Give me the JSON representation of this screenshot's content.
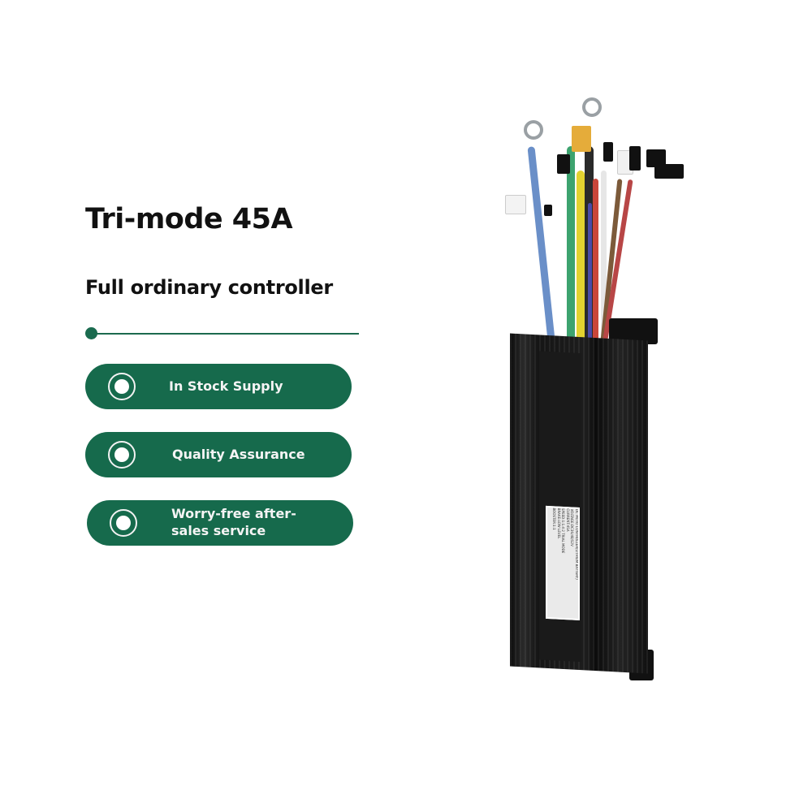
{
  "headline": {
    "title": "Tri-mode 45A",
    "subtitle": "Full ordinary controller"
  },
  "colors": {
    "accent": "#166a4c",
    "text": "#111111",
    "pill_text": "#f4f4f4",
    "background": "#ffffff"
  },
  "features": [
    {
      "icon": "radio-ring-icon",
      "label": "In Stock Supply"
    },
    {
      "icon": "radio-ring-icon",
      "label": "Quality Assurance"
    },
    {
      "icon": "radio-ring-icon",
      "label": "Worry-free after-sales service"
    }
  ],
  "product": {
    "name": "E-bike motor controller with wiring harness",
    "label_lines": [
      "DC MOTO CONTROLLER(LITHIUM BATTERY)",
      "VOLTAGE:DC36/48/52V",
      "CURRENT:45A",
      "SPEED:1:1.4:2 TRIAL MODE",
      "BRAKE:LOW LEVEL",
      "BOOSTER:1:1"
    ]
  }
}
